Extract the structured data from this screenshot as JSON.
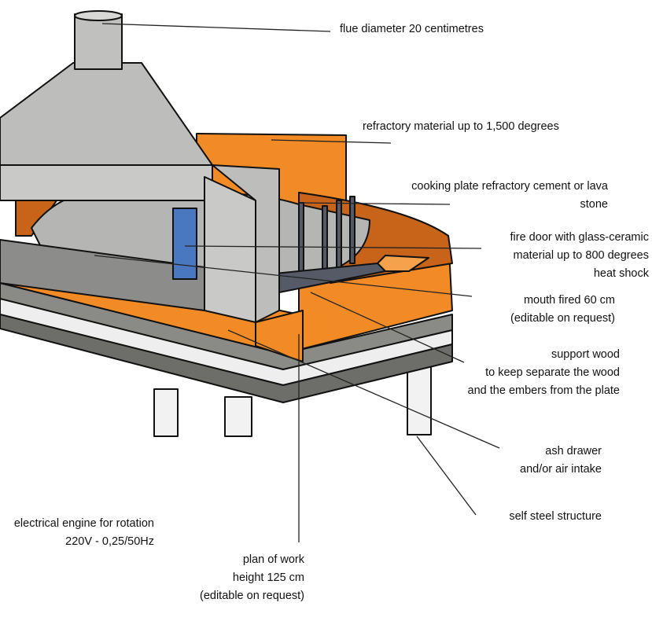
{
  "labels": {
    "flue": "flue diameter 20 centimetres",
    "refractory": "refractory material up to 1,500 degrees",
    "cooking_plate": [
      "cooking plate refractory cement or lava",
      "stone"
    ],
    "fire_door": [
      "fire door with glass-ceramic",
      "material up to 800 degrees",
      "heat shock"
    ],
    "mouth": [
      "mouth fired 60 cm",
      "(editable on request)"
    ],
    "support_wood": [
      "support wood",
      "to keep separate the wood",
      "and the embers from the plate"
    ],
    "ash_drawer": [
      "ash drawer",
      "and/or air intake"
    ],
    "steel_structure": "self steel structure",
    "engine": [
      "electrical engine for rotation",
      "220V - 0,25/50Hz"
    ],
    "plan_of_work": [
      "plan of work",
      "height 125 cm",
      "(editable on request)"
    ]
  },
  "colors": {
    "orange": "#f28b26",
    "dark_orange": "#c8641a",
    "grey": "#bdbdbb",
    "door_blue": "#4a78c0",
    "line": "#222222"
  }
}
